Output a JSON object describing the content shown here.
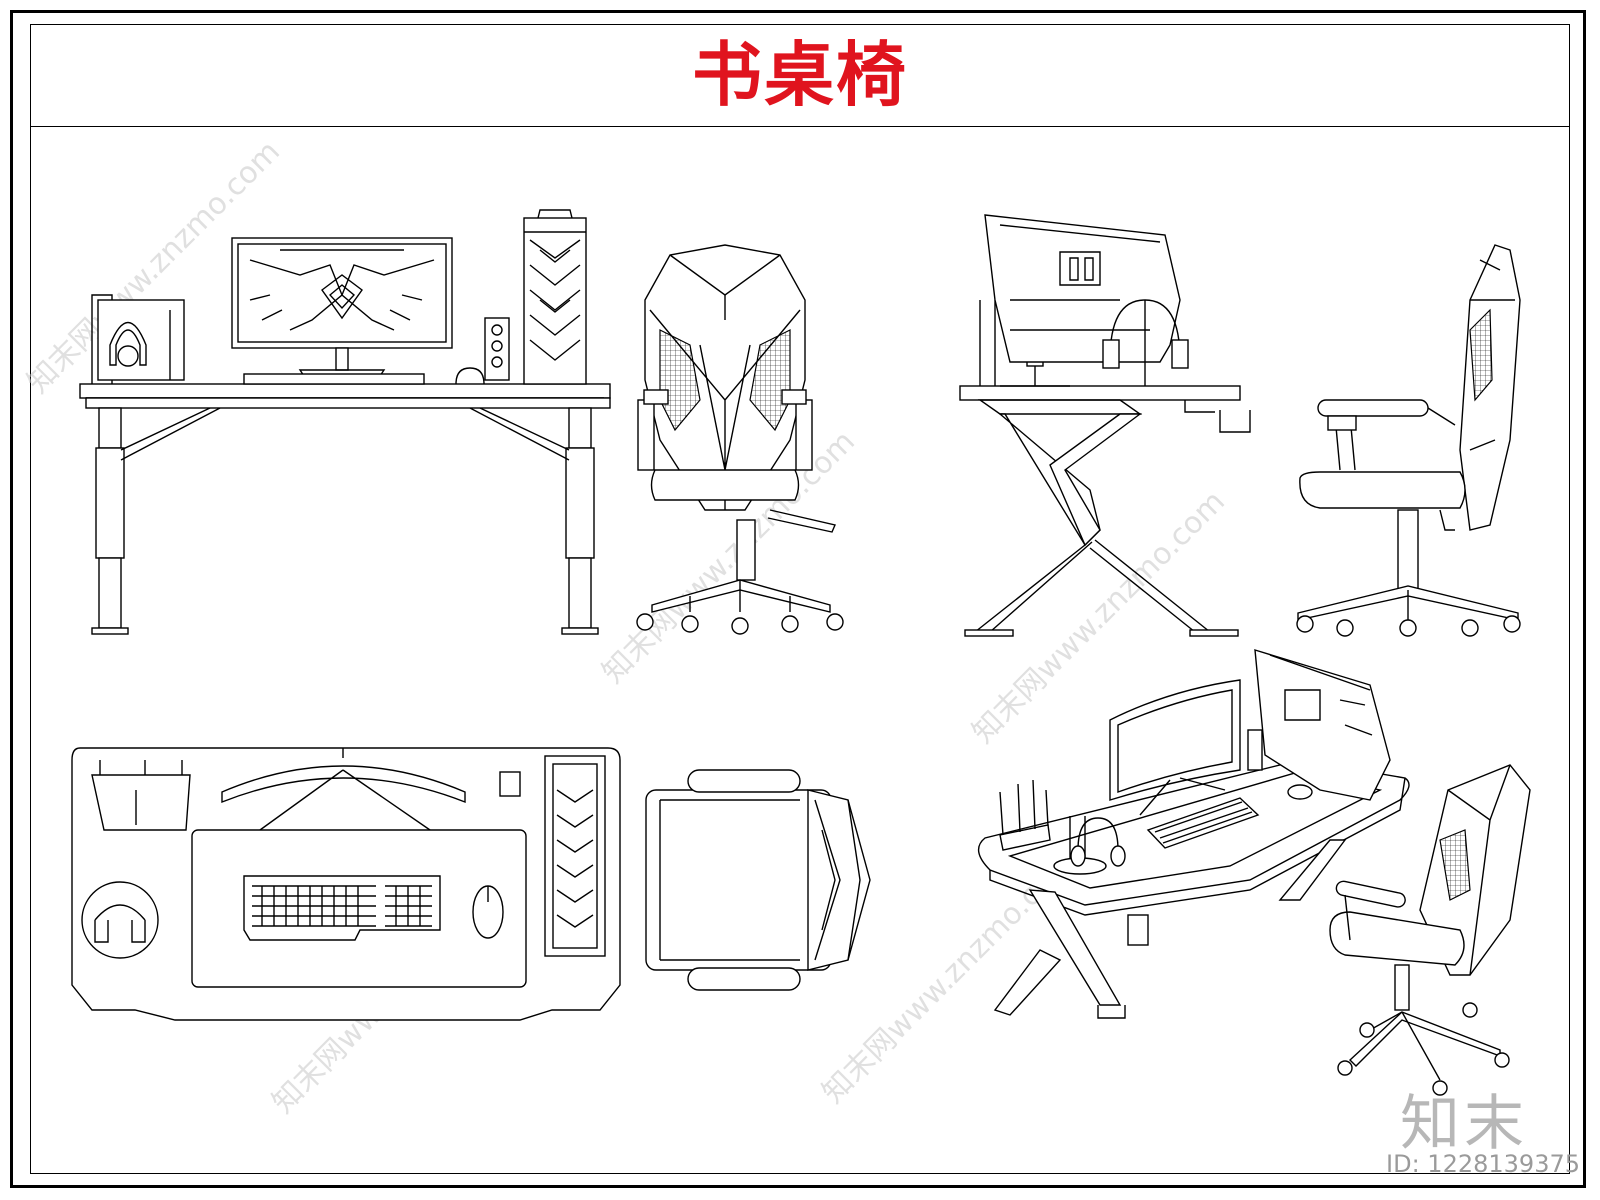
{
  "title": "书桌椅",
  "title_color": "#e0141e",
  "watermark": {
    "site": "知末网www.znzmo.com",
    "logo": "知末",
    "id": "ID: 1228139375"
  },
  "views": [
    {
      "name": "desk-front-elevation"
    },
    {
      "name": "chair-front-elevation"
    },
    {
      "name": "desk-side-elevation"
    },
    {
      "name": "chair-side-elevation"
    },
    {
      "name": "desk-plan"
    },
    {
      "name": "chair-plan"
    },
    {
      "name": "perspective-view"
    }
  ]
}
